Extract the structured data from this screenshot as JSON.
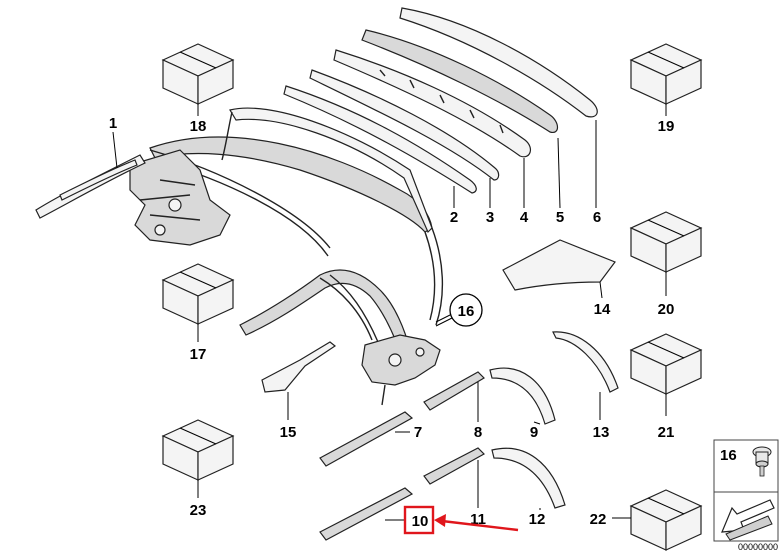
{
  "callouts": {
    "c1": "1",
    "c2": "2",
    "c3": "3",
    "c4": "4",
    "c5": "5",
    "c6": "6",
    "c7": "7",
    "c8": "8",
    "c9": "9",
    "c10": "10",
    "c11": "11",
    "c12": "12",
    "c13": "13",
    "c14": "14",
    "c15": "15",
    "c16": "16",
    "c17": "17",
    "c18": "18",
    "c19": "19",
    "c20": "20",
    "c21": "21",
    "c22": "22",
    "c23": "23"
  },
  "legend": {
    "part": "16",
    "code": "00000000"
  },
  "colors": {
    "highlight": "#e0161c",
    "ink": "#000000",
    "fill": "#f4f4f4"
  },
  "highlighted_callout": "10"
}
